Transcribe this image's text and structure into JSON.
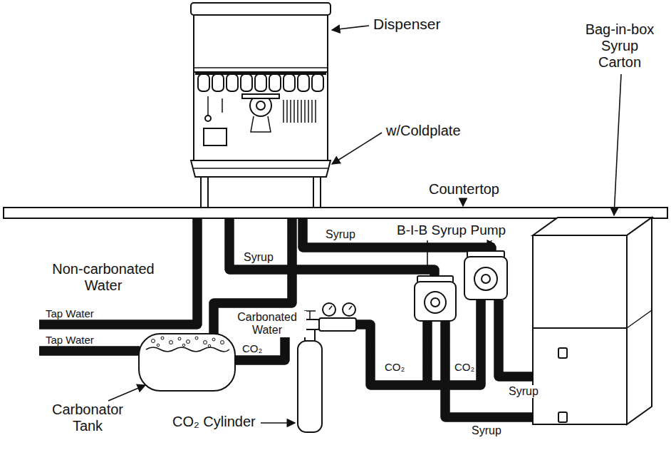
{
  "diagram": {
    "labels": [
      "Dispenser",
      "w/Coldplate",
      "Countertop",
      "Bag-in-box Syrup Carton",
      "Non-carbonated Water",
      "Syrup",
      "B-I-B Syrup Pump",
      "Syrup",
      "Carbonated Water",
      "Tap Water",
      "CO₂",
      "Tap Water",
      "CO₂",
      "CO₂",
      "Syrup",
      "Carbonator Tank",
      "CO₂ Cylinder",
      "Syrup"
    ]
  }
}
